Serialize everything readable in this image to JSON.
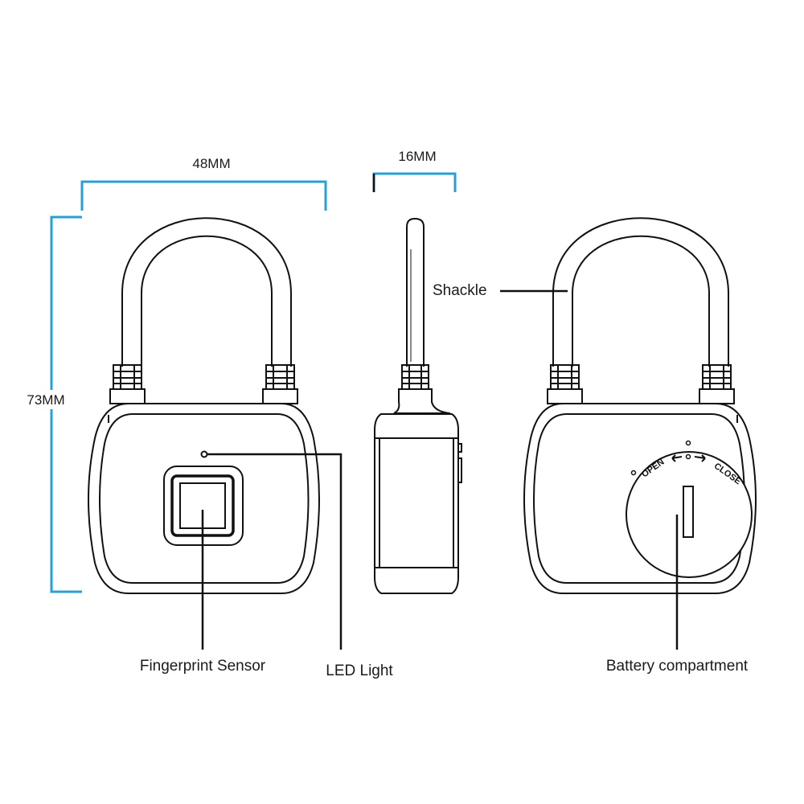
{
  "dimensions": {
    "width_label": "48MM",
    "depth_label": "16MM",
    "height_label": "73MM"
  },
  "labels": {
    "shackle": "Shackle",
    "fingerprint_sensor": "Fingerprint Sensor",
    "led_light": "LED Light",
    "battery_compartment": "Battery compartment"
  },
  "battery_cover": {
    "open_text": "OPEN",
    "close_text": "CLOSE"
  },
  "colors": {
    "dimension_line": "#2a9fd6",
    "outline": "#111111"
  }
}
